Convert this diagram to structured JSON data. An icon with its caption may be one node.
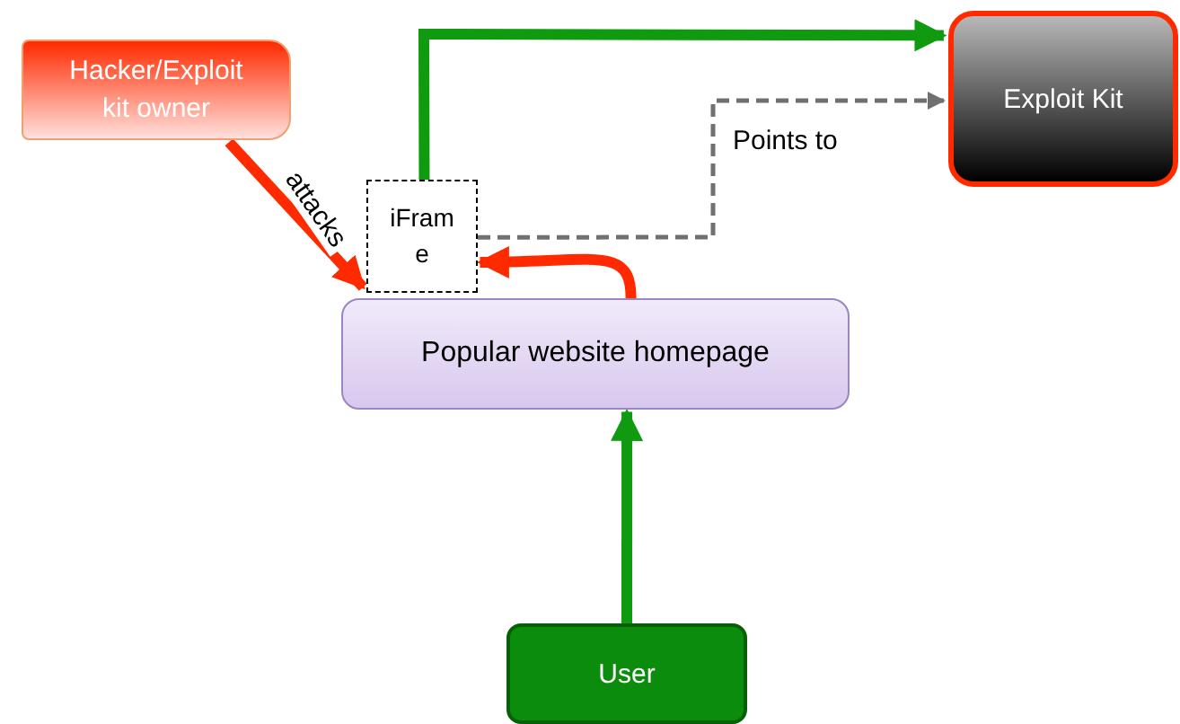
{
  "diagram": {
    "nodes": [
      {
        "text": [
          "Hacker/Exploit kit owner"
        ]
      },
      {
        "text": [
          "Exploit Kit"
        ]
      },
      {
        "text": [
          "iFrame"
        ]
      },
      {
        "text": [
          "Popular website homepage"
        ]
      },
      {
        "text": [
          "User"
        ]
      }
    ],
    "edges": [
      {
        "from": 0,
        "to": 2,
        "arrow": "to",
        "label": "attacks",
        "color": "#ff2a00"
      },
      {
        "from": 2,
        "to": 1,
        "arrow": "to",
        "color": "#109a10"
      },
      {
        "from": 2,
        "to": 1,
        "arrow": "to",
        "label": "Points to",
        "style": "dashed",
        "color": "#707070"
      },
      {
        "from": 3,
        "to": 2,
        "arrow": "to",
        "color": "#ff2a00"
      },
      {
        "from": 4,
        "to": 3,
        "arrow": "to",
        "color": "#109a10"
      }
    ]
  }
}
